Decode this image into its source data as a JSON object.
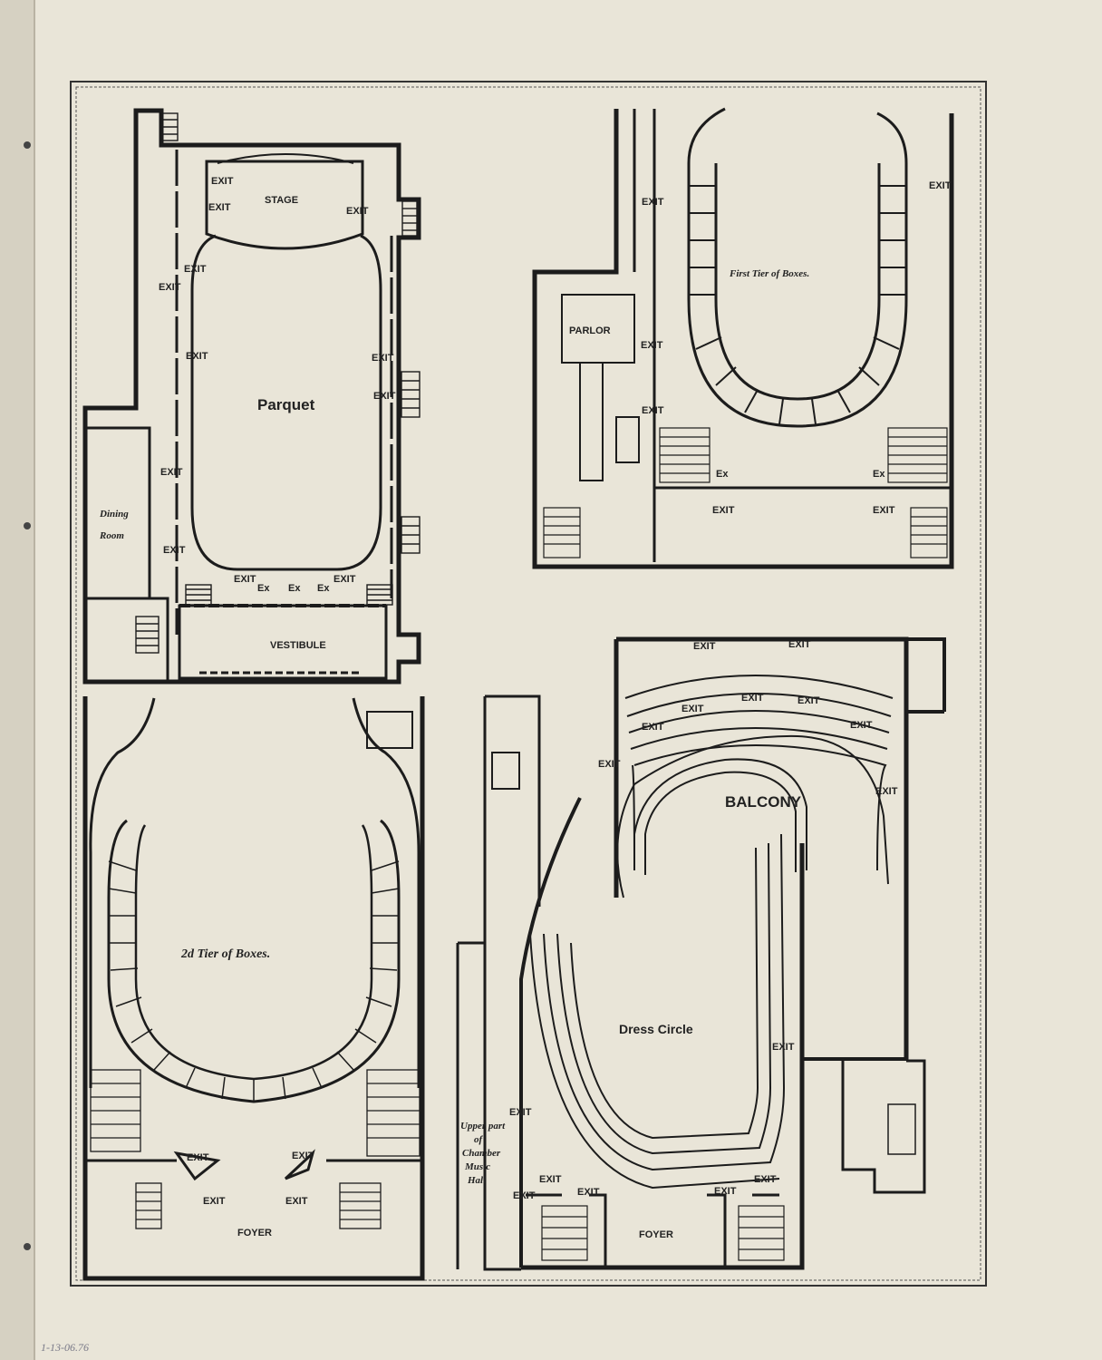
{
  "plans": {
    "parquet": {
      "title": "Parquet",
      "stage": "STAGE",
      "vestibule": "VESTIBULE",
      "dining_line1": "Dining",
      "dining_line2": "Room",
      "exit": "EXIT",
      "ex": "Ex"
    },
    "first_tier": {
      "title": "First Tier of Boxes.",
      "parlor": "PARLOR",
      "exit": "EXIT",
      "ex": "Ex"
    },
    "second_tier": {
      "title": "2d Tier of Boxes.",
      "foyer": "FOYER",
      "exit": "EXIT"
    },
    "balcony": {
      "title": "BALCONY",
      "dress_circle": "Dress Circle",
      "foyer": "FOYER",
      "exit": "EXIT",
      "chamber_1": "Upper part",
      "chamber_2": "of",
      "chamber_3": "Chamber",
      "chamber_4": "Music",
      "chamber_5": "Hall"
    }
  },
  "margin_note": "1-13-06.76",
  "colors": {
    "paper": "#e9e5d8",
    "ink": "#1c1c1c",
    "margin": "#d8d3c4"
  }
}
